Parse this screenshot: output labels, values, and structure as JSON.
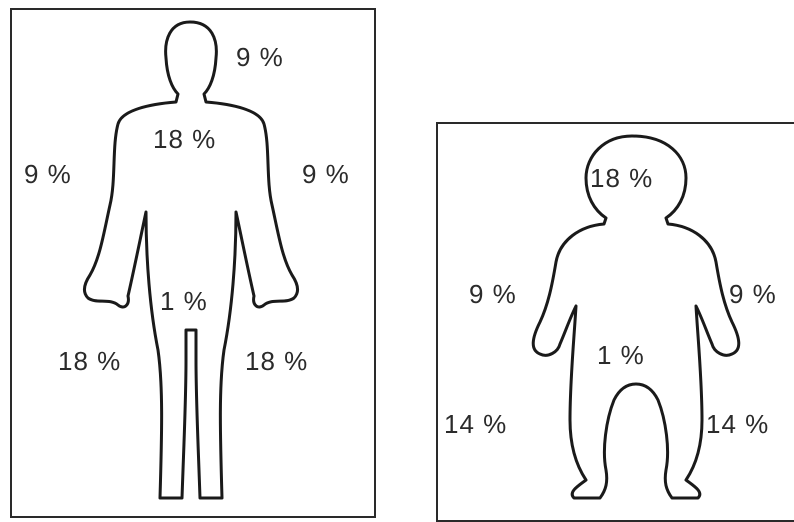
{
  "adult": {
    "head": "9 %",
    "trunk": "18 %",
    "left_arm": "9 %",
    "right_arm": "9 %",
    "genital": "1 %",
    "left_leg": "18 %",
    "right_leg": "18 %"
  },
  "child": {
    "head": "18 %",
    "left_arm": "9 %",
    "right_arm": "9 %",
    "genital": "1 %",
    "left_leg": "14 %",
    "right_leg": "14 %"
  },
  "colors": {
    "outline": "#1a1a1a",
    "text": "#2b2b2b",
    "background": "#ffffff"
  }
}
